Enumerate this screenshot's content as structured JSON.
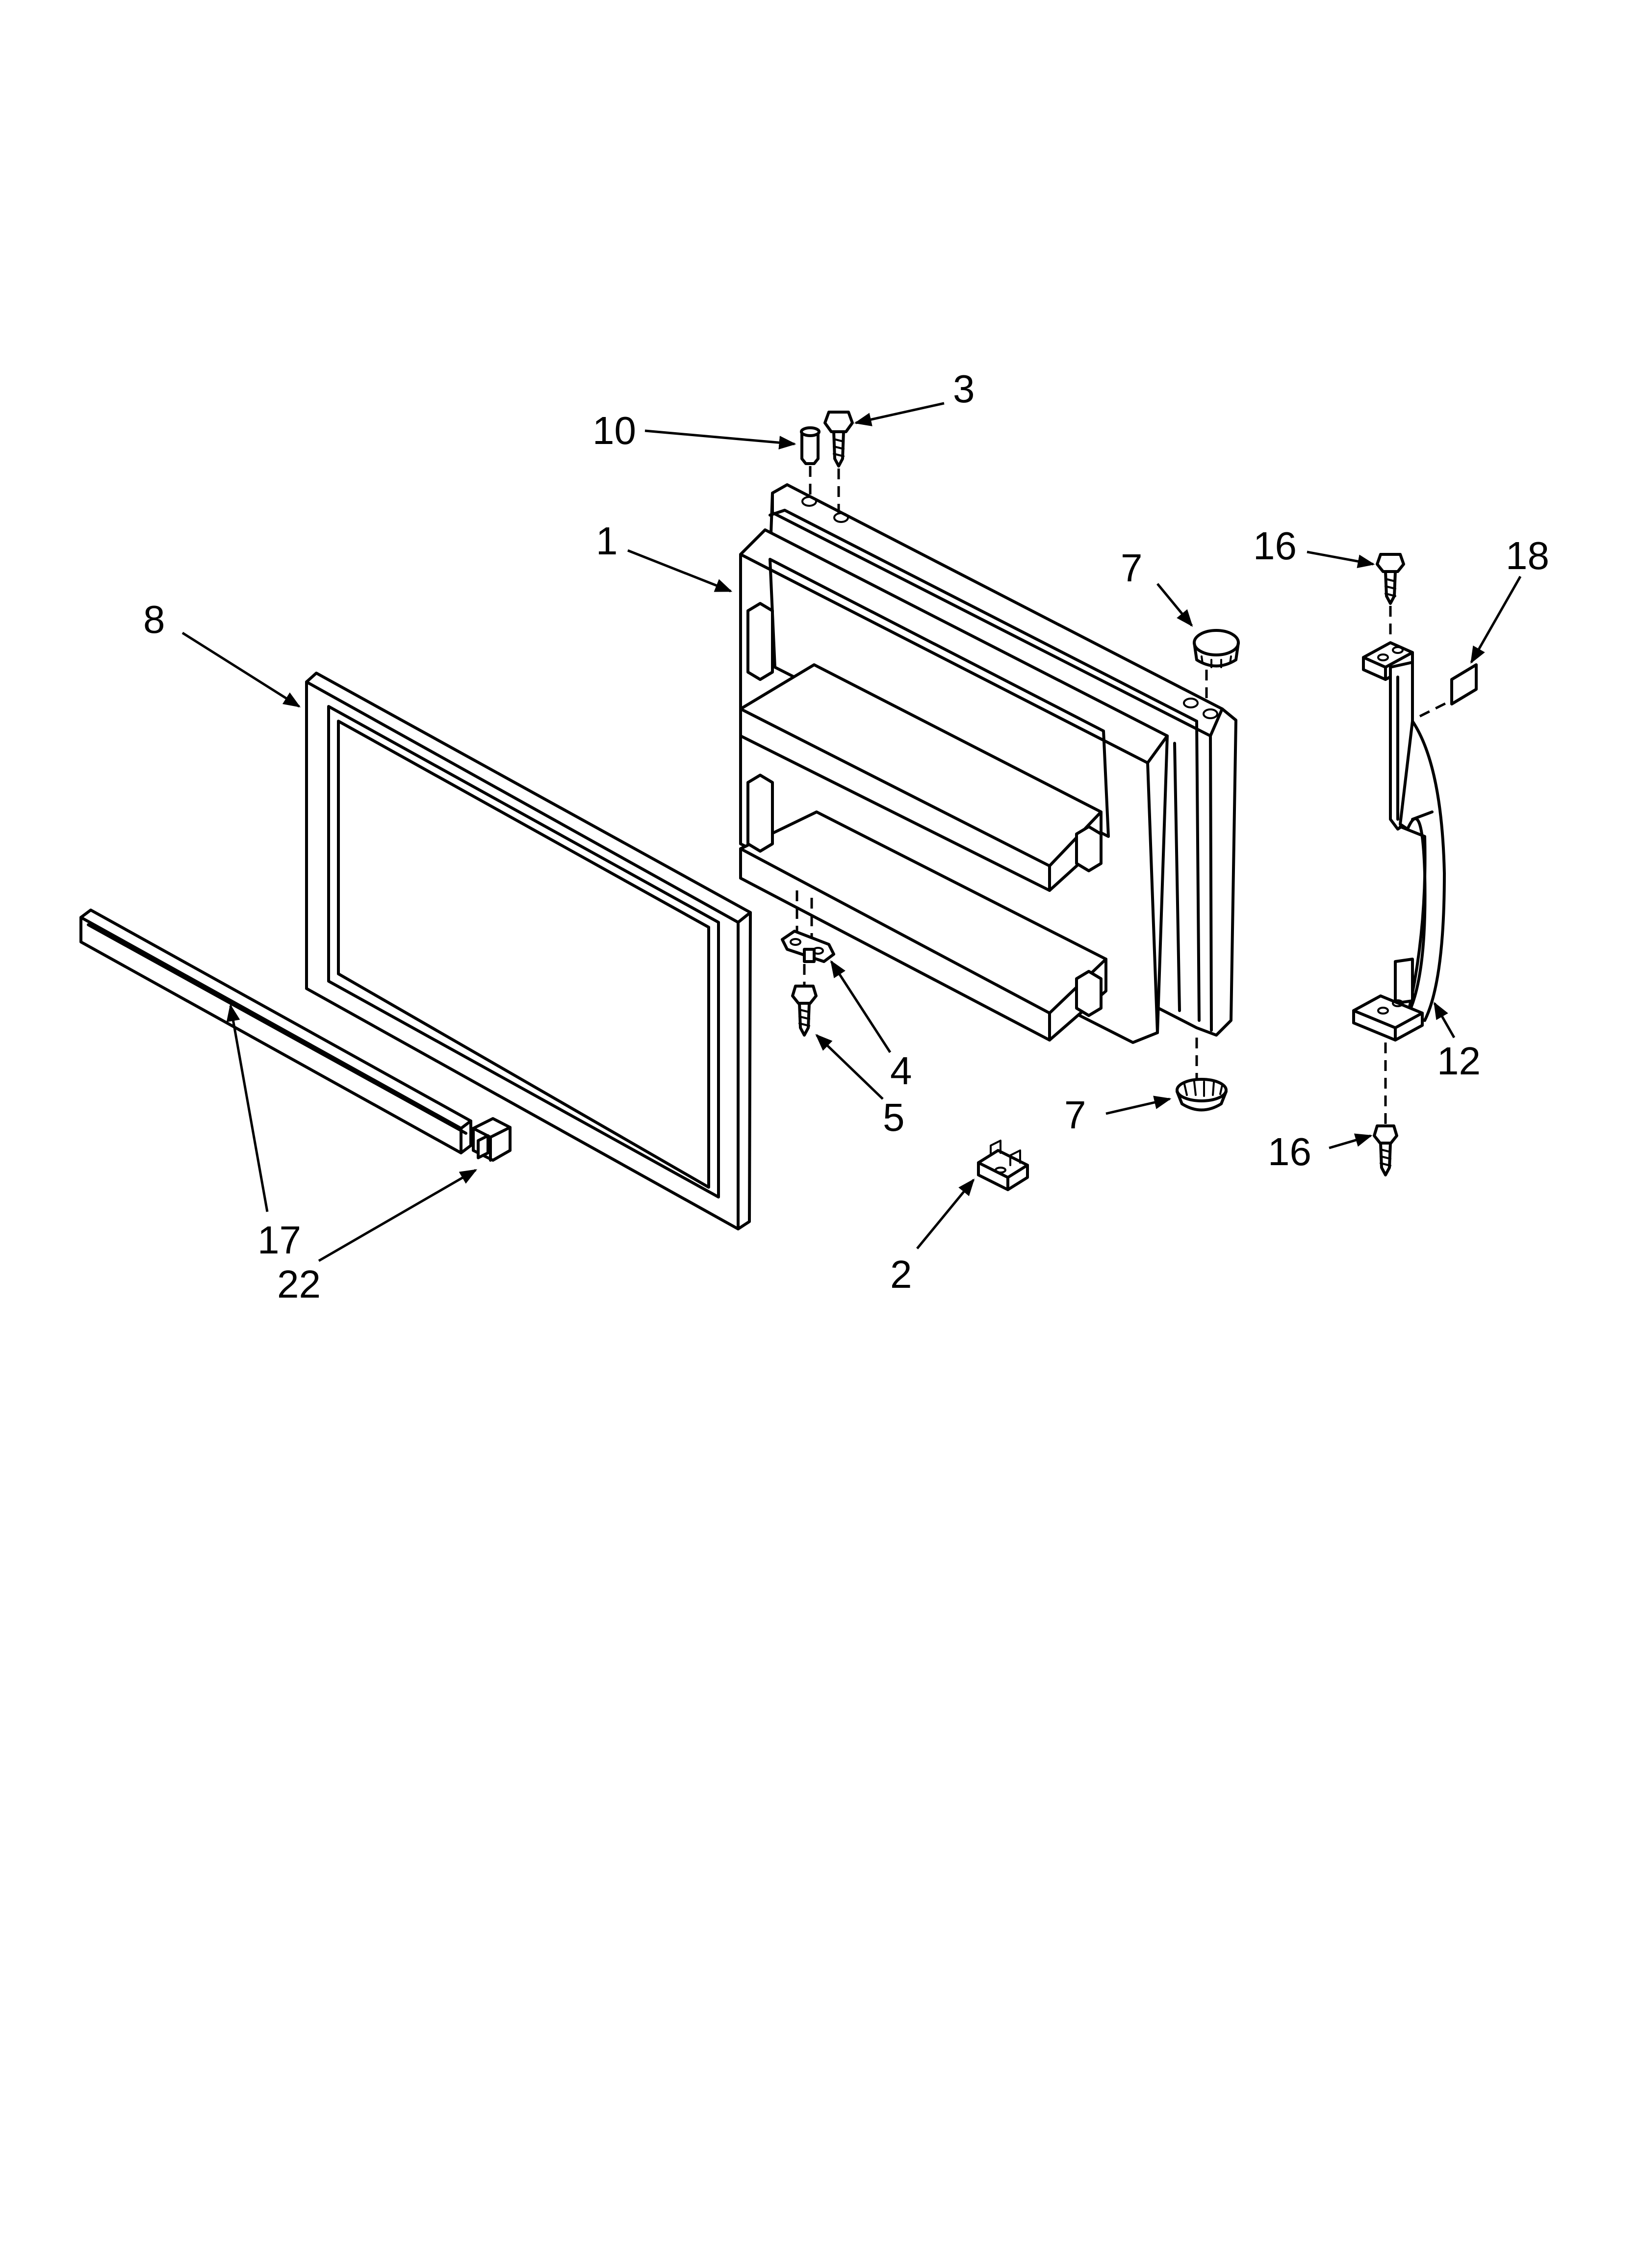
{
  "callouts": {
    "c1": "1",
    "c2": "2",
    "c3": "3",
    "c4": "4",
    "c5": "5",
    "c7a": "7",
    "c7b": "7",
    "c8": "8",
    "c10": "10",
    "c12": "12",
    "c16a": "16",
    "c16b": "16",
    "c17": "17",
    "c18": "18",
    "c22": "22"
  }
}
